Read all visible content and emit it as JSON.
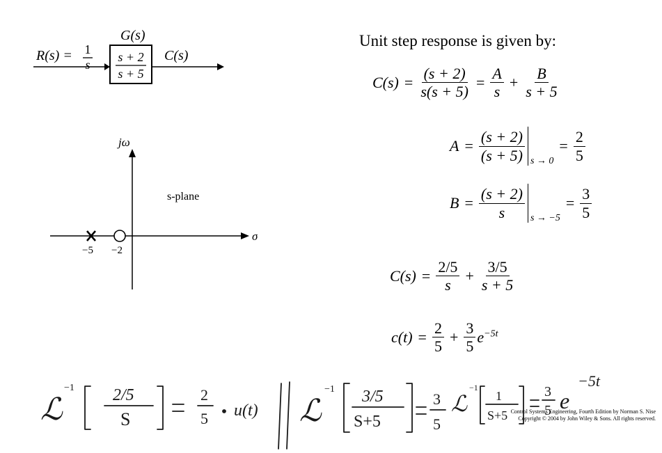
{
  "block_diagram": {
    "gs_label": "G(s)",
    "rs_label": "R(s) =",
    "rs_num": "1",
    "rs_den": "s",
    "tf_num": "s + 2",
    "tf_den": "s + 5",
    "cs_label": "C(s)"
  },
  "pole_zero_plot": {
    "vertical_axis_label": "jω",
    "horizontal_axis_label": "σ",
    "plane_label": "s-plane",
    "pole_value": "−5",
    "zero_value": "−2"
  },
  "equations": {
    "heading": "Unit step response is given by:",
    "cs_expansion": {
      "lhs": "C(s)",
      "num1": "(s + 2)",
      "den1": "s(s + 5)",
      "num_a": "A",
      "den_a": "s",
      "num_b": "B",
      "den_b": "s + 5"
    },
    "a_eval": {
      "lhs": "A",
      "num": "(s + 2)",
      "den": "(s + 5)",
      "sub": "s → 0",
      "r_num": "2",
      "r_den": "5"
    },
    "b_eval": {
      "lhs": "B",
      "num": "(s + 2)",
      "den": "s",
      "sub": "s → −5",
      "r_num": "3",
      "r_den": "5"
    },
    "cs_partial": {
      "lhs": "C(s)",
      "n1": "2/5",
      "d1": "s",
      "n2": "3/5",
      "d2": "s + 5"
    },
    "ct": {
      "lhs": "c(t)",
      "n1": "2",
      "d1": "5",
      "n2": "3",
      "d2": "5",
      "exp_base": "e",
      "exp": "−5t"
    }
  },
  "handwriting": {
    "l1_op": "ℒ",
    "l1_inv": "−1",
    "l1_num": "2/5",
    "l1_den": "S",
    "l1_r_num": "2",
    "l1_r_den": "5",
    "l1_func": "u(t)",
    "l2_op": "ℒ",
    "l2_inv": "−1",
    "l2_num": "3/5",
    "l2_den": "S+5",
    "l2_coef_num": "3",
    "l2_coef_den": "5",
    "l2_inner_op": "ℒ",
    "l2_inner_inv": "−1",
    "l2_inner_num": "1",
    "l2_inner_den": "S+5",
    "l2_r_num": "3",
    "l2_r_den": "5",
    "l2_r_base": "e",
    "l2_r_exp": "−5t"
  },
  "credit": {
    "line1": "Control Systems Engineering, Fourth Edition by Norman S. Nise",
    "line2": "Copyright © 2004 by John Wiley & Sons. All rights reserved."
  }
}
